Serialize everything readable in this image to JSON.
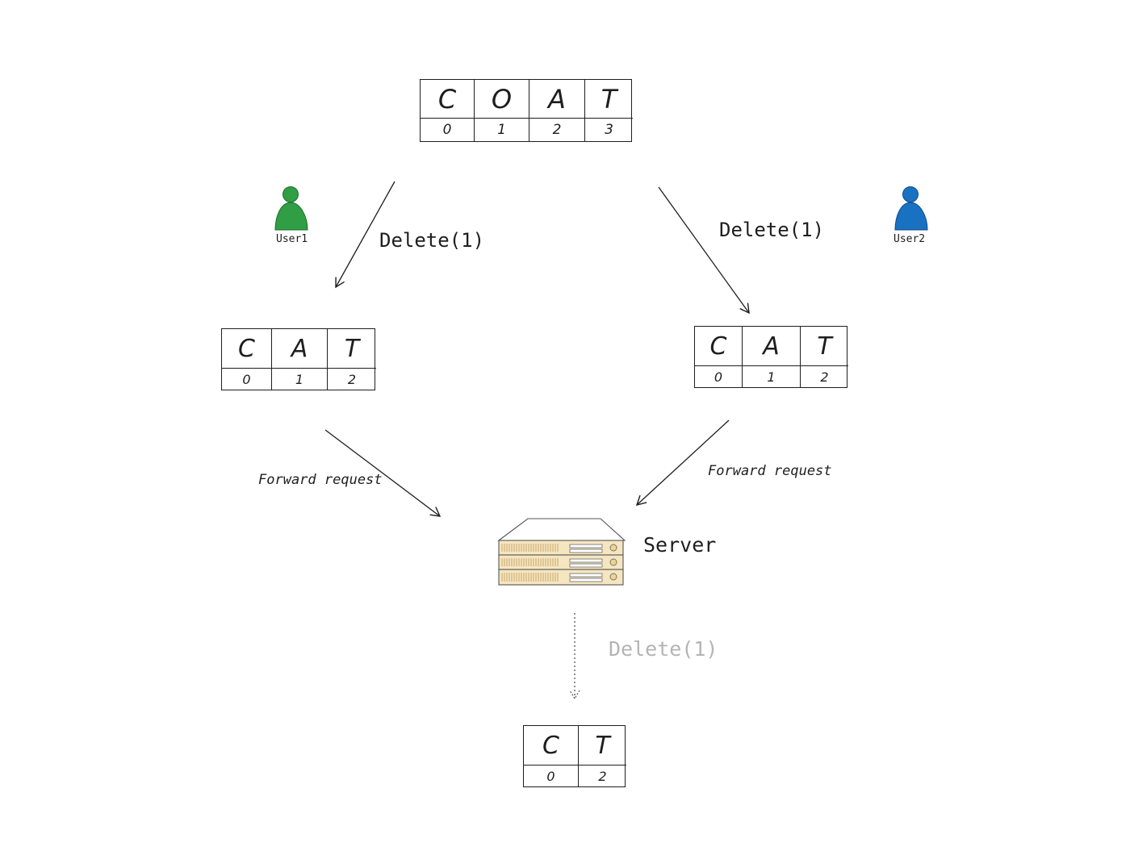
{
  "tables": {
    "original": {
      "cells": [
        {
          "letter": "C",
          "index": "0"
        },
        {
          "letter": "O",
          "index": "1"
        },
        {
          "letter": "A",
          "index": "2"
        },
        {
          "letter": "T",
          "index": "3"
        }
      ]
    },
    "user1_result": {
      "cells": [
        {
          "letter": "C",
          "index": "0"
        },
        {
          "letter": "A",
          "index": "1"
        },
        {
          "letter": "T",
          "index": "2"
        }
      ]
    },
    "user2_result": {
      "cells": [
        {
          "letter": "C",
          "index": "0"
        },
        {
          "letter": "A",
          "index": "1"
        },
        {
          "letter": "T",
          "index": "2"
        }
      ]
    },
    "final_result": {
      "cells": [
        {
          "letter": "C",
          "index": "0"
        },
        {
          "letter": "T",
          "index": "2"
        }
      ]
    }
  },
  "users": {
    "user1": {
      "label": "User1",
      "color": "#2f9e44"
    },
    "user2": {
      "label": "User2",
      "color": "#1971c2"
    }
  },
  "operations": {
    "user1_op": "Delete(1)",
    "user2_op": "Delete(1)",
    "server_op": "Delete(1)"
  },
  "forward": {
    "left": "Forward request",
    "right": "Forward request"
  },
  "server": {
    "label": "Server"
  },
  "colors": {
    "stroke": "#1e1e1e",
    "faded": "#b4b4b4",
    "server_face": "#f5e6c0",
    "server_stripe": "#c9a76a"
  }
}
